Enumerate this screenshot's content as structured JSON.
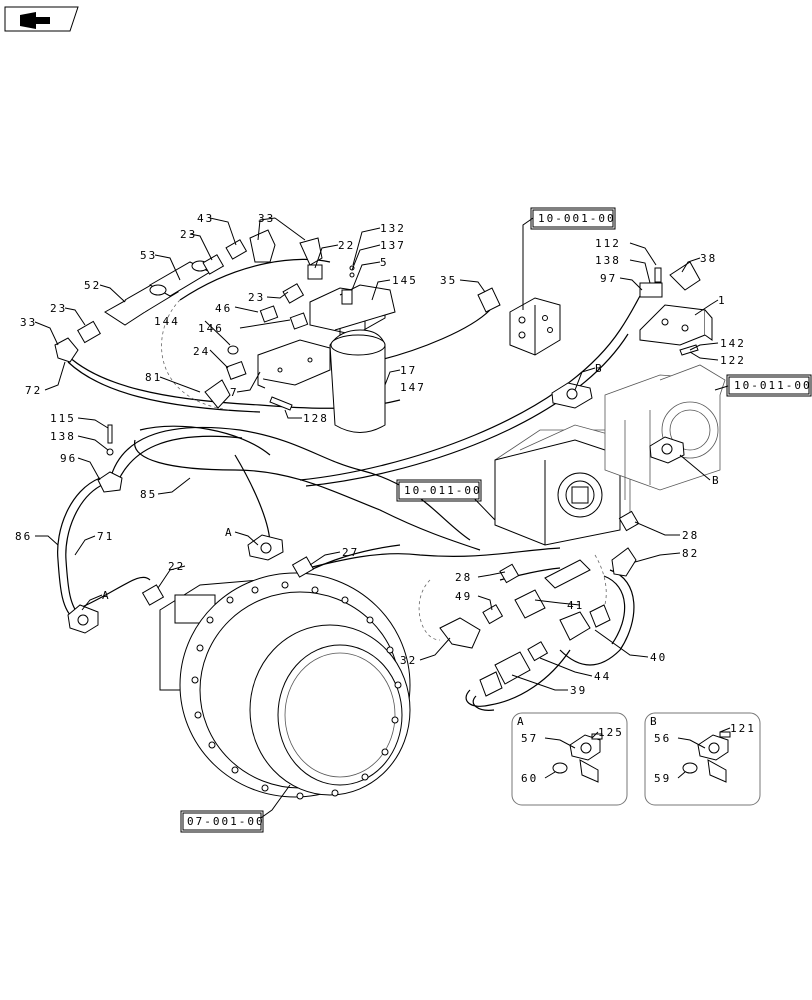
{
  "nav": {
    "icon": "book-arrow-icon"
  },
  "callouts": [
    {
      "id": "c43",
      "text": "43"
    },
    {
      "id": "c33a",
      "text": "33"
    },
    {
      "id": "c23a",
      "text": "23"
    },
    {
      "id": "c53",
      "text": "53"
    },
    {
      "id": "c22a",
      "text": "22"
    },
    {
      "id": "c132",
      "text": "132"
    },
    {
      "id": "c137",
      "text": "137"
    },
    {
      "id": "c5",
      "text": "5"
    },
    {
      "id": "c145",
      "text": "145"
    },
    {
      "id": "c35",
      "text": "35"
    },
    {
      "id": "c52",
      "text": "52"
    },
    {
      "id": "c23b",
      "text": "23"
    },
    {
      "id": "c23c",
      "text": "23"
    },
    {
      "id": "c46",
      "text": "46"
    },
    {
      "id": "c144",
      "text": "144"
    },
    {
      "id": "c146",
      "text": "146"
    },
    {
      "id": "c33b",
      "text": "33"
    },
    {
      "id": "c24",
      "text": "24"
    },
    {
      "id": "c7",
      "text": "7"
    },
    {
      "id": "c17",
      "text": "17"
    },
    {
      "id": "c147",
      "text": "147"
    },
    {
      "id": "c72",
      "text": "72"
    },
    {
      "id": "c81",
      "text": "81"
    },
    {
      "id": "c128",
      "text": "128"
    },
    {
      "id": "c112",
      "text": "112"
    },
    {
      "id": "c38",
      "text": "38"
    },
    {
      "id": "c138a",
      "text": "138"
    },
    {
      "id": "c97",
      "text": "97"
    },
    {
      "id": "c1",
      "text": "1"
    },
    {
      "id": "c142",
      "text": "142"
    },
    {
      "id": "c122",
      "text": "122"
    },
    {
      "id": "cBa",
      "text": "B"
    },
    {
      "id": "c115",
      "text": "115"
    },
    {
      "id": "c138b",
      "text": "138"
    },
    {
      "id": "c96",
      "text": "96"
    },
    {
      "id": "c85",
      "text": "85"
    },
    {
      "id": "cBb",
      "text": "B"
    },
    {
      "id": "c86",
      "text": "86"
    },
    {
      "id": "c71",
      "text": "71"
    },
    {
      "id": "cAa",
      "text": "A"
    },
    {
      "id": "c27",
      "text": "27"
    },
    {
      "id": "c28a",
      "text": "28"
    },
    {
      "id": "c82",
      "text": "82"
    },
    {
      "id": "c22b",
      "text": "22"
    },
    {
      "id": "cAb",
      "text": "A"
    },
    {
      "id": "c28b",
      "text": "28"
    },
    {
      "id": "c49",
      "text": "49"
    },
    {
      "id": "c41",
      "text": "41"
    },
    {
      "id": "c32",
      "text": "32"
    },
    {
      "id": "c40",
      "text": "40"
    },
    {
      "id": "c44",
      "text": "44"
    },
    {
      "id": "c39",
      "text": "39"
    },
    {
      "id": "c57",
      "text": "57"
    },
    {
      "id": "c125",
      "text": "125"
    },
    {
      "id": "c60",
      "text": "60"
    },
    {
      "id": "c56",
      "text": "56"
    },
    {
      "id": "c121",
      "text": "121"
    },
    {
      "id": "c59",
      "text": "59"
    },
    {
      "id": "cAinset",
      "text": "A"
    },
    {
      "id": "cBinset",
      "text": "B"
    }
  ],
  "references": [
    {
      "id": "r1",
      "text": "10-001-00"
    },
    {
      "id": "r2",
      "text": "10-011-00"
    },
    {
      "id": "r3",
      "text": "10-011-00"
    },
    {
      "id": "r4",
      "text": "07-001-00"
    }
  ]
}
